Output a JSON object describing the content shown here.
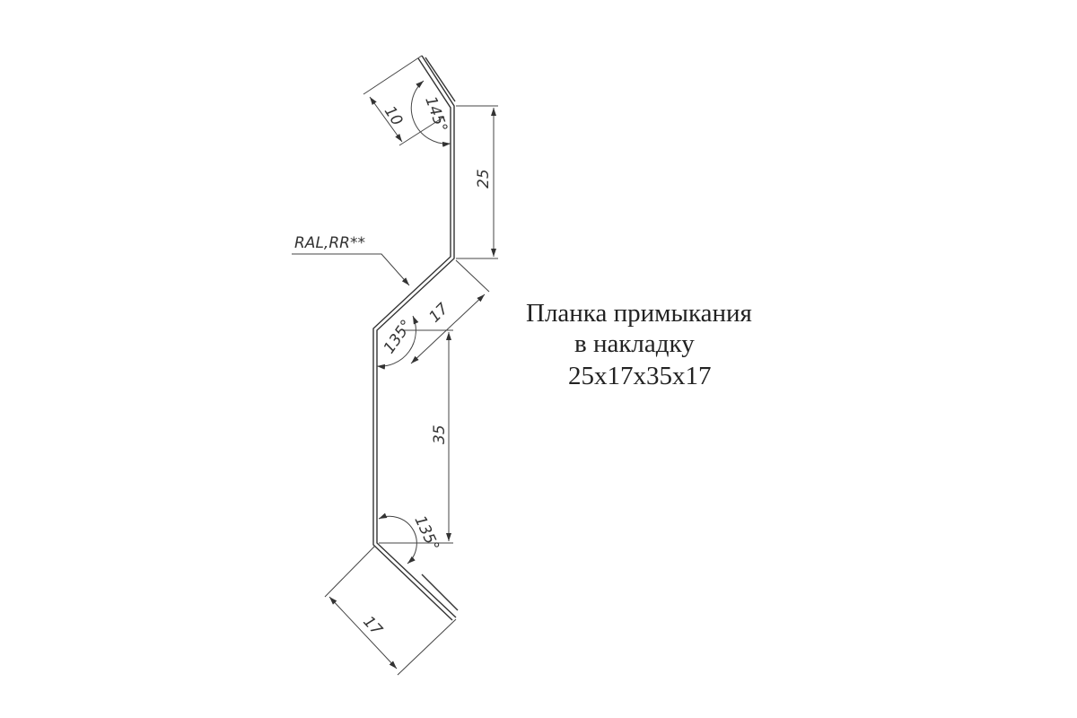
{
  "title": {
    "line1": "Планка примыкания",
    "line2": "в накладку",
    "line3": "25x17x35x17"
  },
  "labels": {
    "coating": "RAL,RR**",
    "dim_top_flange": "10",
    "angle_top": "145°",
    "dim_upper_vertical": "25",
    "dim_upper_diagonal": "17",
    "angle_middle": "135°",
    "dim_lower_vertical": "35",
    "angle_bottom": "135°",
    "dim_bottom_diagonal": "17"
  },
  "colors": {
    "line": "#333333",
    "background": "#ffffff"
  }
}
